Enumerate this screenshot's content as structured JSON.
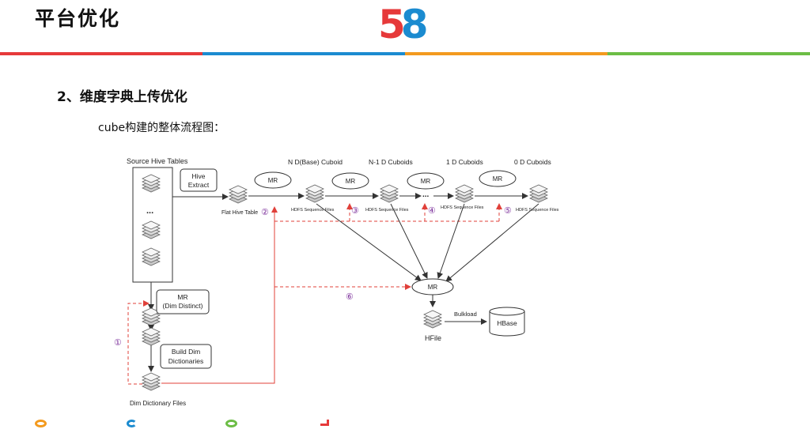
{
  "slide": {
    "title": "平台优化",
    "logo": "58",
    "section_heading": "2、维度字典上传优化",
    "sub_heading": "cube构建的整体流程图："
  },
  "colors": {
    "stripe": [
      "#e6393a",
      "#1b8bd0",
      "#f39a1e",
      "#6cbd45"
    ],
    "arrow_main": "#333333",
    "arrow_red": "#e0403a",
    "marker_purple": "#7a2d9a"
  },
  "diagram": {
    "source_hive_tables": "Source Hive Tables",
    "ellipsis": "...",
    "hive_extract": [
      "Hive",
      "Extract"
    ],
    "flat_hive_table": "Flat Hive Table",
    "mr": "MR",
    "cuboid_labels": [
      "N D(Base) Cuboid",
      "N-1 D Cuboids",
      "1 D Cuboids",
      "0 D Cuboids"
    ],
    "hdfs_sequence_files": "HDFS Sequence Files",
    "chain_ellipsis": "...",
    "mr_dim_distinct": [
      "MR",
      "(Dim Distinct)"
    ],
    "build_dim_dictionaries": [
      "Build Dim",
      "Dictionaries"
    ],
    "dim_dictionary_files": "Dim Dictionary  Files",
    "hfile": "HFile",
    "bulkload": "Bulkload",
    "hbase": "HBase",
    "markers": [
      "①",
      "②",
      "③",
      "④",
      "⑤",
      "⑥"
    ]
  },
  "footer": {
    "colors": [
      "#f39a1e",
      "#1b8bd0",
      "#6cbd45",
      "#e6393a"
    ]
  }
}
